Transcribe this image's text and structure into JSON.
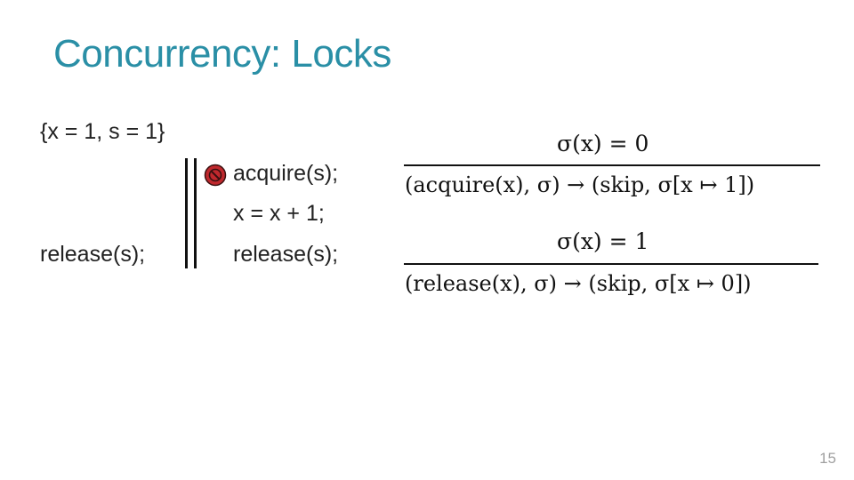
{
  "slide": {
    "title": "Concurrency: Locks",
    "page_number": "15"
  },
  "left_thread": {
    "init": "{x = 1, s = 1}",
    "release": "release(s);"
  },
  "right_thread": {
    "acquire": "acquire(s);",
    "assign": "x = x + 1;",
    "release": "release(s);"
  },
  "rules": {
    "acquire": {
      "premise": "σ(x) = 0",
      "conclusion": "(acquire(x), σ) → (skip, σ[x ↦ 1])"
    },
    "release": {
      "premise": "σ(x) = 1",
      "conclusion": "(release(x), σ) → (skip, σ[x ↦ 0])"
    }
  },
  "icons": {
    "blocked": "no-entry-icon",
    "blocked_color": "#c0282d"
  },
  "colors": {
    "title": "#2a8fa6"
  }
}
